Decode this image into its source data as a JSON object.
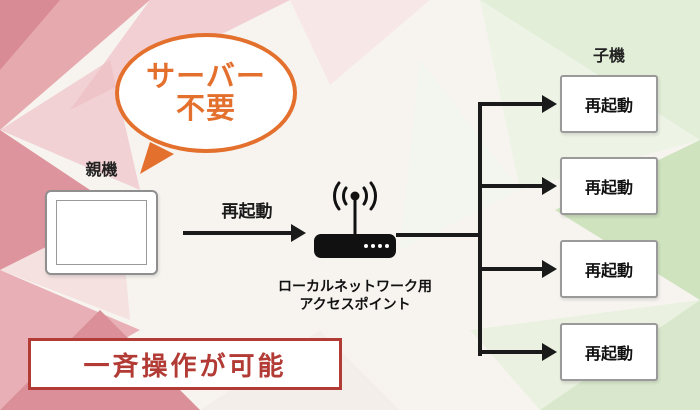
{
  "diagram": {
    "bubble": {
      "line1": "サーバー",
      "line2": "不要"
    },
    "parent": {
      "label": "親機"
    },
    "arrow": {
      "label": "再起動"
    },
    "access_point": {
      "label_line1": "ローカルネットワーク用",
      "label_line2": "アクセスポイント"
    },
    "children": {
      "label": "子機",
      "boxes": [
        "再起動",
        "再起動",
        "再起動",
        "再起動"
      ]
    },
    "banner": {
      "text": "一斉操作が可能"
    },
    "colors": {
      "accent_orange": "#e4702e",
      "banner_red": "#b23b36",
      "line_black": "#1a1a1a",
      "bg_pink": "#e6a9ae",
      "bg_green": "#cfe3bf"
    }
  }
}
